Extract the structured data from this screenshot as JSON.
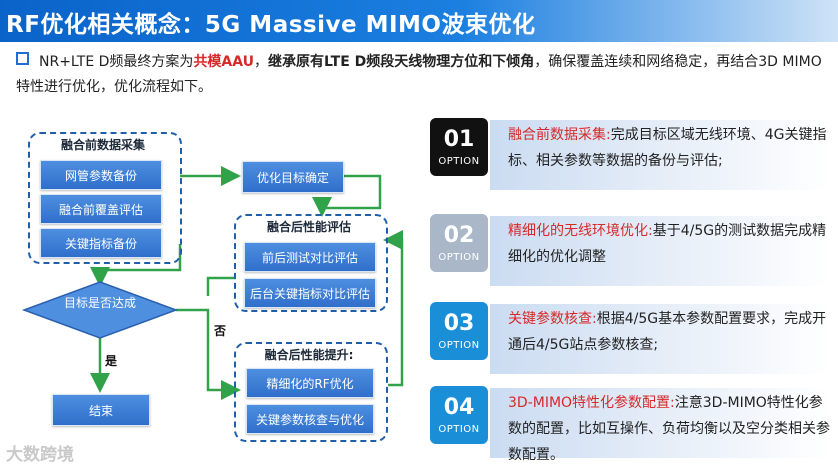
{
  "title": "RF优化相关概念：5G Massive MIMO波束优化",
  "intro": {
    "part1": "NR+LTE D频最终方案为",
    "highlight1": "共模AAU",
    "part2": "，",
    "highlight2": "继承原有LTE D频段天线物理方位和下倾角",
    "part3": "，确保覆盖连续和网络稳定，再结合3D MIMO特性进行优化，优化流程如下。"
  },
  "flow": {
    "group1_label": "融合前数据采集",
    "g1_items": [
      "网管参数备份",
      "融合前覆盖评估",
      "关键指标备份"
    ],
    "target": "优化目标确定",
    "group2_label": "融合后性能评估",
    "g2_items": [
      "前后测试对比评估",
      "后台关键指标对比评估"
    ],
    "decision": "目标是否达成",
    "yes": "是",
    "no": "否",
    "end": "结束",
    "group3_label": "融合后性能提升:",
    "g3_items": [
      "精细化的RF优化",
      "关键参数核查与优化"
    ]
  },
  "options": [
    {
      "num": "01",
      "opt": "OPTION",
      "key": "融合前数据采集:",
      "text": "完成目标区域无线环境、4G关键指标、相关参数等数据的备份与评估;"
    },
    {
      "num": "02",
      "opt": "OPTION",
      "key": "精细化的无线环境优化:",
      "text": "基于4/5G的测试数据完成精细化的优化调整"
    },
    {
      "num": "03",
      "opt": "OPTION",
      "key": "关键参数核查:",
      "text": "根据4/5G基本参数配置要求，完成开通后4/5G站点参数核查;"
    },
    {
      "num": "04",
      "opt": "OPTION",
      "key": "3D-MIMO特性化参数配置:",
      "text": "注意3D-MIMO特性化参数的配置，比如互操作、负荷均衡以及空分类相关参数配置。"
    }
  ],
  "colors": {
    "badge1": "#111111",
    "badge2": "#a9b7c9",
    "badge3": "#1a8fd8",
    "badge4": "#1a8fd8",
    "accent": "#d62a2a"
  },
  "watermark": "大数跨境"
}
